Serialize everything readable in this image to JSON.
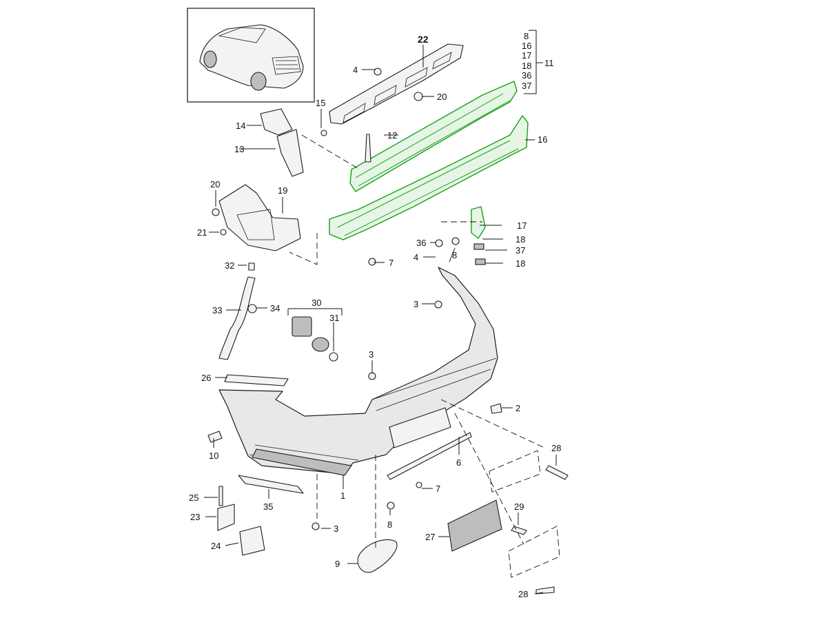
{
  "diagram": {
    "callouts": {
      "c1": "1",
      "c2": "2",
      "c3a": "3",
      "c3b": "3",
      "c3c": "3",
      "c4a": "4",
      "c4b": "4",
      "c6": "6",
      "c7a": "7",
      "c7b": "7",
      "c8a": "8",
      "c8b": "8",
      "c9": "9",
      "c10": "10",
      "c11": "11",
      "c12": "12",
      "c13": "13",
      "c14": "14",
      "c15": "15",
      "c16": "16",
      "c17": "17",
      "c18a": "18",
      "c18b": "18",
      "c19": "19",
      "c20a": "20",
      "c20b": "20",
      "c21": "21",
      "c22": "22",
      "c23": "23",
      "c24": "24",
      "c25": "25",
      "c26": "26",
      "c27": "27",
      "c28a": "28",
      "c28b": "28",
      "c29": "29",
      "c30": "30",
      "c31": "31",
      "c32": "32",
      "c33": "33",
      "c34": "34",
      "c35": "35",
      "c36": "36",
      "c37": "37"
    },
    "group11": [
      "8",
      "16",
      "17",
      "18",
      "36",
      "37"
    ],
    "colors": {
      "highlight": "#14a014",
      "ink": "#111111"
    }
  }
}
